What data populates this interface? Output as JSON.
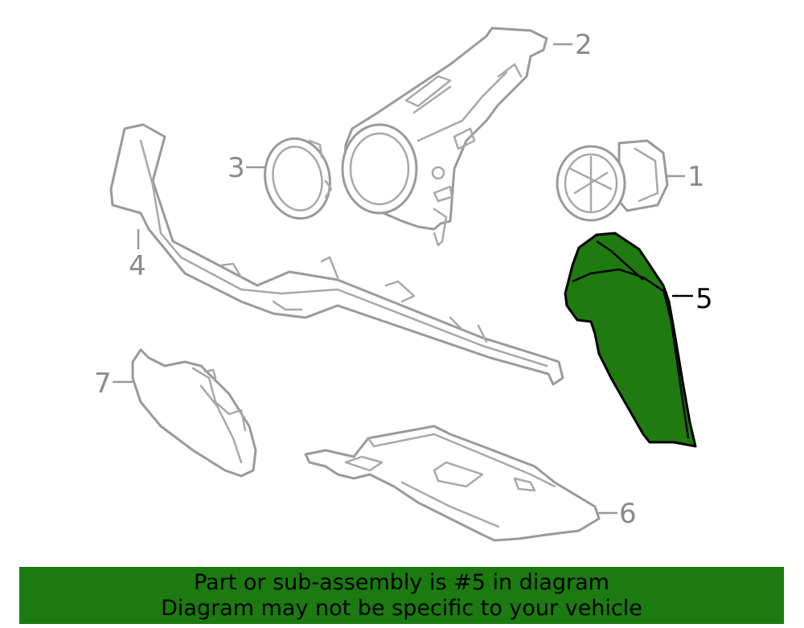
{
  "diagram": {
    "selected_part": "5",
    "highlight_color": "#1f7a10",
    "callouts": [
      {
        "id": "1",
        "label": "1"
      },
      {
        "id": "2",
        "label": "2"
      },
      {
        "id": "3",
        "label": "3"
      },
      {
        "id": "4",
        "label": "4"
      },
      {
        "id": "5",
        "label": "5"
      },
      {
        "id": "6",
        "label": "6"
      },
      {
        "id": "7",
        "label": "7"
      }
    ]
  },
  "banner": {
    "line1": "Part or sub-assembly is #5 in diagram",
    "line2": "Diagram may not be specific to your vehicle",
    "color": "#1b7a10"
  }
}
